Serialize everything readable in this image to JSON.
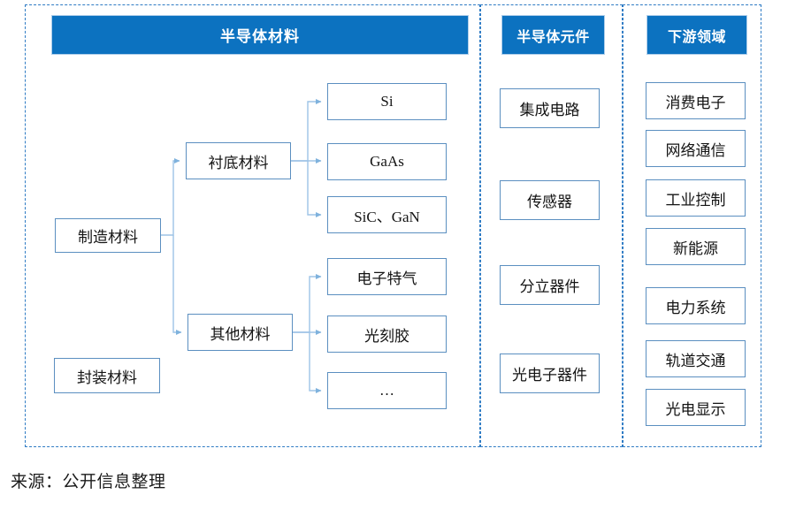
{
  "figure": {
    "caption": "来源：公开信息整理",
    "accent_color": "#0C72C0",
    "box_border_color": "#5B8FC0",
    "panel_border_color": "#2E7BC4",
    "connector_color": "#9DC3E6"
  },
  "panels": [
    {
      "id": "materials",
      "header": "半导体材料",
      "level1": [
        {
          "label": "制造材料"
        },
        {
          "label": "封装材料"
        }
      ],
      "level2": [
        {
          "label": "衬底材料"
        },
        {
          "label": "其他材料"
        }
      ],
      "substrate_children": [
        {
          "label": "Si"
        },
        {
          "label": "GaAs"
        },
        {
          "label": "SiC、GaN"
        }
      ],
      "other_children": [
        {
          "label": "电子特气"
        },
        {
          "label": "光刻胶"
        },
        {
          "label": "…"
        }
      ]
    },
    {
      "id": "devices",
      "header": "半导体元件",
      "items": [
        {
          "label": "集成电路"
        },
        {
          "label": "传感器"
        },
        {
          "label": "分立器件"
        },
        {
          "label": "光电子器件"
        }
      ]
    },
    {
      "id": "downstream",
      "header": "下游领域",
      "items": [
        {
          "label": "消费电子"
        },
        {
          "label": "网络通信"
        },
        {
          "label": "工业控制"
        },
        {
          "label": "新能源"
        },
        {
          "label": "电力系统"
        },
        {
          "label": "轨道交通"
        },
        {
          "label": "光电显示"
        }
      ]
    }
  ]
}
